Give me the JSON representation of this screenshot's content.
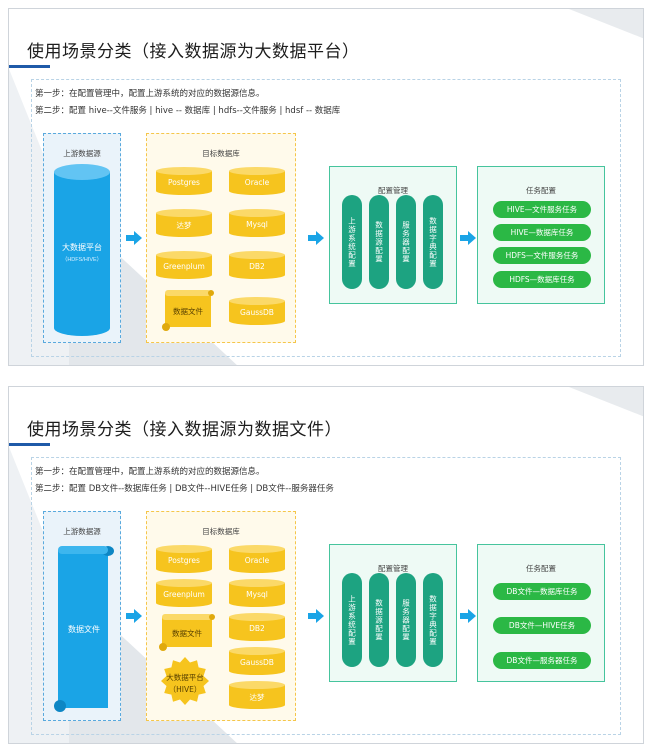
{
  "colors": {
    "blue": "#1aa4e6",
    "yellow": "#f6c41e",
    "green": "#1da381",
    "pill": "#2bb845",
    "title_line": "#1f5aa8"
  },
  "slide1": {
    "title": "使用场景分类（接入数据源为大数据平台）",
    "step1": "第一步：在配置管理中，配置上游系统的对应的数据源信息。",
    "step2": "第二步：配置 hive--文件服务 | hive -- 数据库 | hdfs--文件服务 |  hdsf -- 数据库",
    "upstream_label": "上游数据源",
    "upstream_main": "大数据平台",
    "upstream_sub": "（HDFS/HIVE）",
    "target_label": "目标数据库",
    "targets": [
      "Postgres",
      "Oracle",
      "达梦",
      "Mysql",
      "Greenplum",
      "DB2",
      "数据文件",
      "GaussDB"
    ],
    "config_label": "配置管理",
    "config_items": [
      "上游系统配置",
      "数据源配置",
      "服务器配置",
      "数据字典配置"
    ],
    "task_label": "任务配置",
    "tasks": [
      "HIVE—文件服务任务",
      "HIVE—数据库任务",
      "HDFS—文件服务任务",
      "HDFS—数据库任务"
    ]
  },
  "slide2": {
    "title": "使用场景分类（接入数据源为数据文件）",
    "step1": "第一步：在配置管理中，配置上游系统的对应的数据源信息。",
    "step2": "第二步：配置 DB文件--数据库任务 | DB文件--HIVE任务 | DB文件--服务器任务",
    "upstream_label": "上游数据源",
    "upstream_main": "数据文件",
    "target_label": "目标数据库",
    "targets": [
      "Postgres",
      "Oracle",
      "Greenplum",
      "Mysql",
      "数据文件",
      "DB2",
      "GaussDB",
      "大数据平台",
      "（HIVE）",
      "达梦"
    ],
    "config_label": "配置管理",
    "config_items": [
      "上游系统配置",
      "数据源配置",
      "服务器配置",
      "数据字典配置"
    ],
    "task_label": "任务配置",
    "tasks": [
      "DB文件—数据库任务",
      "DB文件—HIVE任务",
      "DB文件—服务器任务"
    ]
  }
}
